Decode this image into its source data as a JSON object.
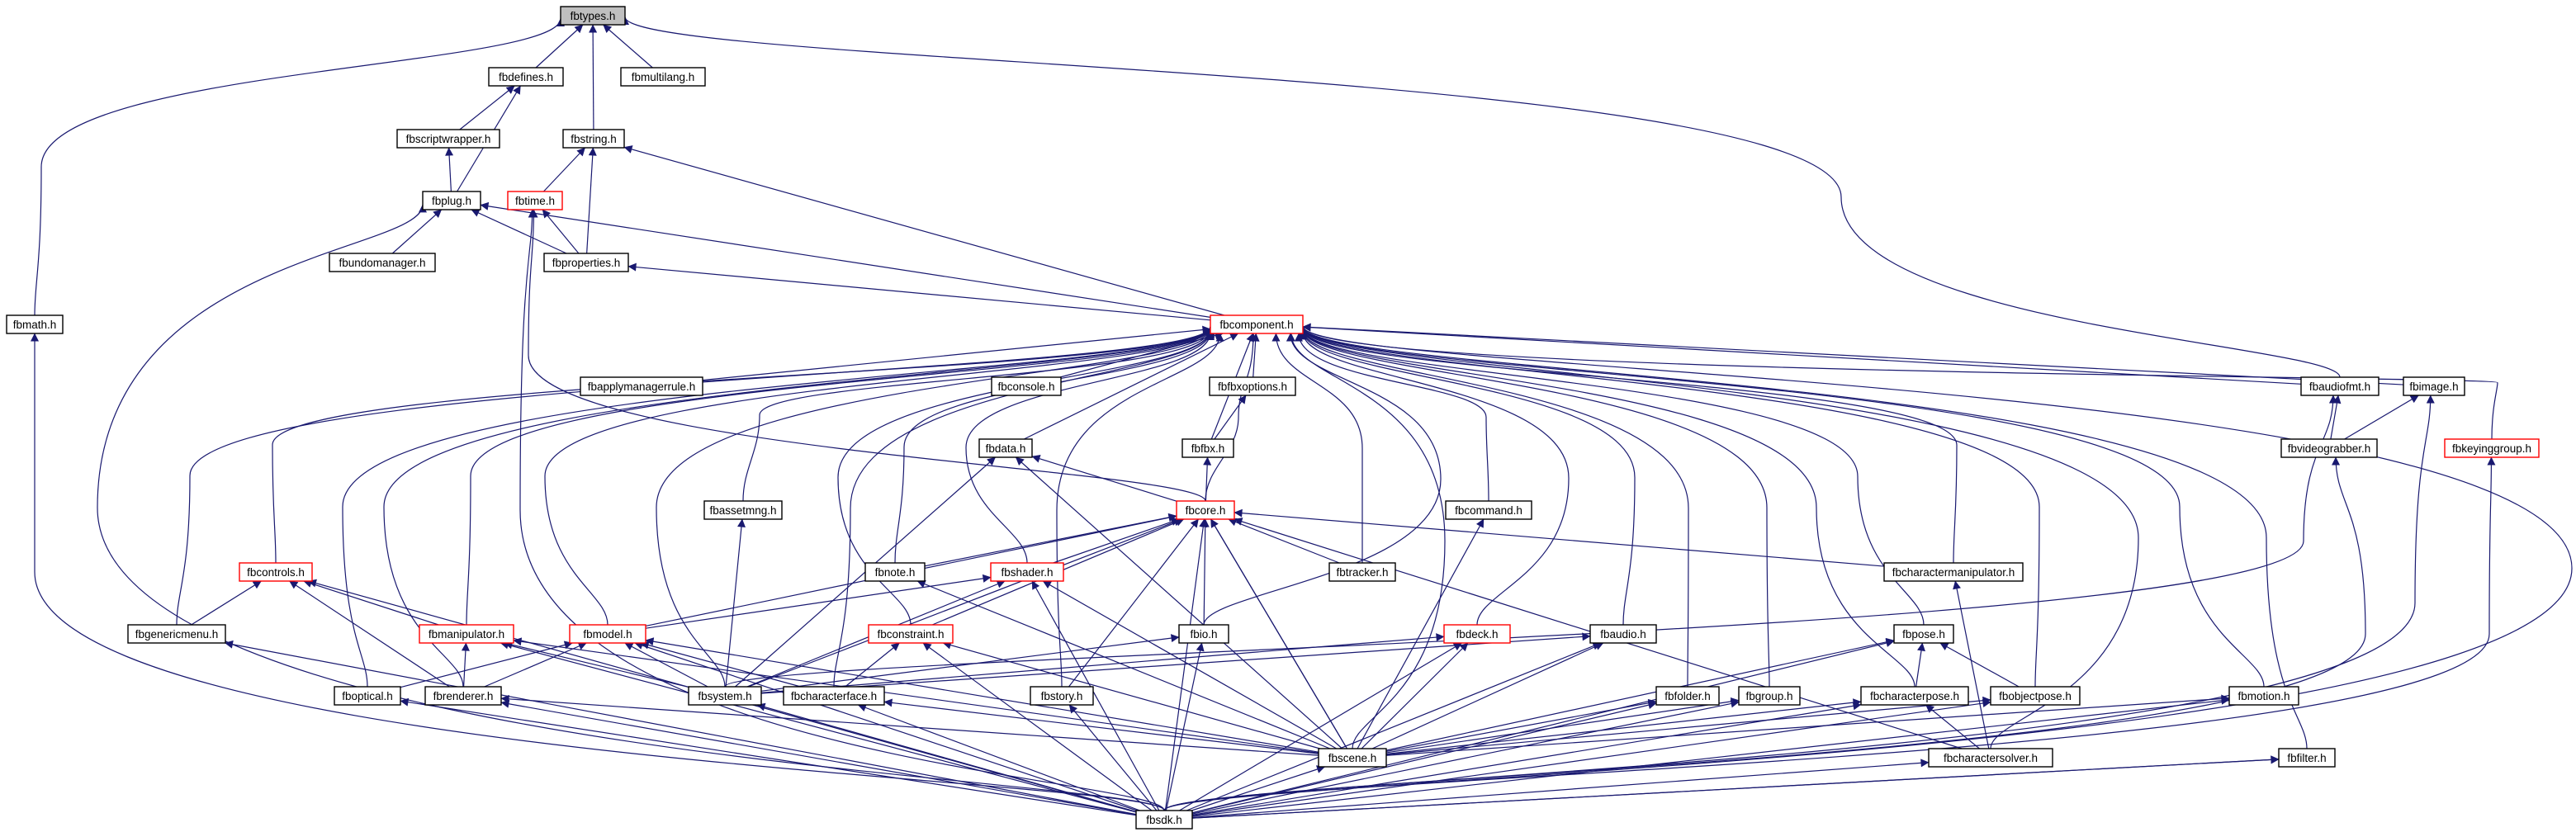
{
  "diagram": {
    "edge_color": "#191970",
    "highlight_fill": "#bfbfbf",
    "flagged_border_color": "#ff0000",
    "nodes": {
      "fbtypes": {
        "label": "fbtypes.h",
        "style": "highlight"
      },
      "fbdefines": {
        "label": "fbdefines.h"
      },
      "fbmultilang": {
        "label": "fbmultilang.h"
      },
      "fbscriptwrapper": {
        "label": "fbscriptwrapper.h"
      },
      "fbstring": {
        "label": "fbstring.h"
      },
      "fbplug": {
        "label": "fbplug.h"
      },
      "fbtime": {
        "label": "fbtime.h",
        "style": "flagged"
      },
      "fbundomanager": {
        "label": "fbundomanager.h"
      },
      "fbproperties": {
        "label": "fbproperties.h"
      },
      "fbmath": {
        "label": "fbmath.h"
      },
      "fbcomponent": {
        "label": "fbcomponent.h",
        "style": "flagged"
      },
      "fbapplymanagerrule": {
        "label": "fbapplymanagerrule.h"
      },
      "fbconsole": {
        "label": "fbconsole.h"
      },
      "fbfbxoptions": {
        "label": "fbfbxoptions.h"
      },
      "fbaudiofmt": {
        "label": "fbaudiofmt.h"
      },
      "fbimage": {
        "label": "fbimage.h"
      },
      "fbdata": {
        "label": "fbdata.h"
      },
      "fbfbx": {
        "label": "fbfbx.h"
      },
      "fbvideograbber": {
        "label": "fbvideograbber.h"
      },
      "fbkeyinggroup": {
        "label": "fbkeyinggroup.h",
        "style": "flagged"
      },
      "fbassetmng": {
        "label": "fbassetmng.h"
      },
      "fbcore": {
        "label": "fbcore.h",
        "style": "flagged"
      },
      "fbcommand": {
        "label": "fbcommand.h"
      },
      "fbcontrols": {
        "label": "fbcontrols.h",
        "style": "flagged"
      },
      "fbnote": {
        "label": "fbnote.h"
      },
      "fbshader": {
        "label": "fbshader.h",
        "style": "flagged"
      },
      "fbtracker": {
        "label": "fbtracker.h"
      },
      "fbcharactermanipulator": {
        "label": "fbcharactermanipulator.h"
      },
      "fbgenericmenu": {
        "label": "fbgenericmenu.h"
      },
      "fbmanipulator": {
        "label": "fbmanipulator.h",
        "style": "flagged"
      },
      "fbmodel": {
        "label": "fbmodel.h",
        "style": "flagged"
      },
      "fbconstraint": {
        "label": "fbconstraint.h",
        "style": "flagged"
      },
      "fbio": {
        "label": "fbio.h"
      },
      "fbdeck": {
        "label": "fbdeck.h",
        "style": "flagged"
      },
      "fbaudio": {
        "label": "fbaudio.h"
      },
      "fbpose": {
        "label": "fbpose.h"
      },
      "fboptical": {
        "label": "fboptical.h"
      },
      "fbrenderer": {
        "label": "fbrenderer.h"
      },
      "fbsystem": {
        "label": "fbsystem.h"
      },
      "fbcharacterface": {
        "label": "fbcharacterface.h"
      },
      "fbstory": {
        "label": "fbstory.h"
      },
      "fbfolder": {
        "label": "fbfolder.h"
      },
      "fbgroup": {
        "label": "fbgroup.h"
      },
      "fbcharacterpose": {
        "label": "fbcharacterpose.h"
      },
      "fbobjectpose": {
        "label": "fbobjectpose.h"
      },
      "fbmotion": {
        "label": "fbmotion.h"
      },
      "fbscene": {
        "label": "fbscene.h"
      },
      "fbcharactersolver": {
        "label": "fbcharactersolver.h"
      },
      "fbfilter": {
        "label": "fbfilter.h"
      },
      "fbsdk": {
        "label": "fbsdk.h"
      }
    }
  }
}
